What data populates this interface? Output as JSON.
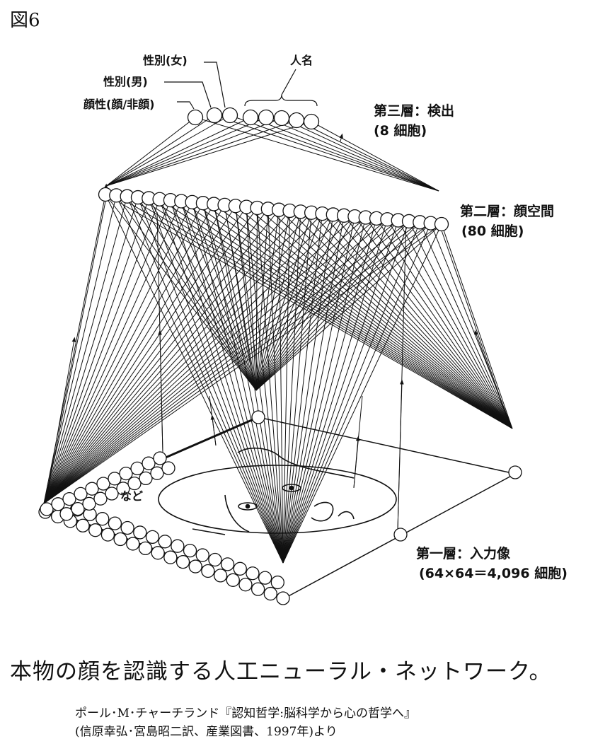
{
  "figure": {
    "label": "図6"
  },
  "layer3": {
    "title": "第三層：検出",
    "count": "(8 細胞)",
    "unit_labels": {
      "face": "顔性(顔/非顔)",
      "male": "性別(男)",
      "female": "性別(女)",
      "names": "人名"
    }
  },
  "layer2": {
    "title": "第二層：顔空間",
    "count": "(80 細胞)"
  },
  "layer1": {
    "title": "第一層：入力像",
    "count": "(64×64＝4,096 細胞)",
    "etc": "など"
  },
  "caption": "本物の顔を認識する人工ニューラル・ネットワーク。",
  "source": {
    "line1": "ポール･M･チャーチランド『認知哲学:脳科学から心の哲学へ』",
    "line2": "(信原幸弘･宮島昭二訳、産業図書、1997年)より"
  }
}
